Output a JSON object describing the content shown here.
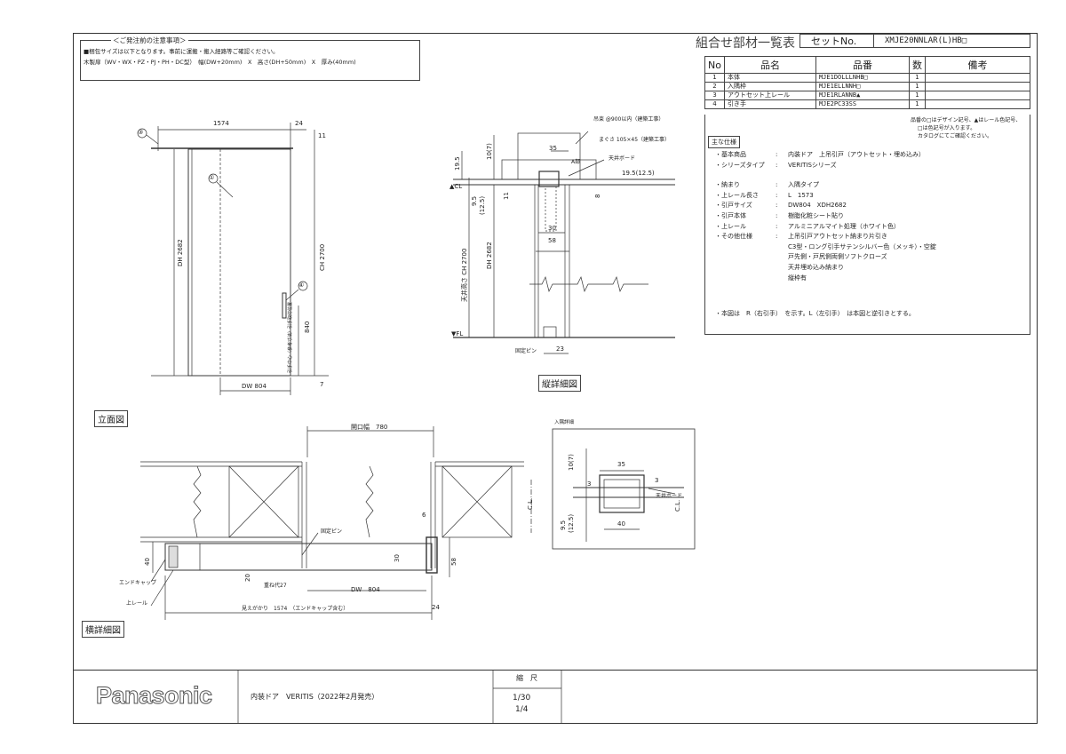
{
  "notes": {
    "heading": "＜ご発注前の注意事項＞",
    "line1": "■梱包サイズは以下となります。事前に運搬・搬入経路等ご確認ください。",
    "line2": "木製扉（WV・WX・PZ・PJ・PH・DC型）　幅(DW+20mm)　X　高さ(DH+50mm)　X　厚み(40mm)"
  },
  "header": {
    "title": "組合せ部材一覧表",
    "set_label": "セットNo.",
    "set_no": "XMJE20NNLAR(L)HB□"
  },
  "parts_table": {
    "headers": [
      "No",
      "品名",
      "品番",
      "数",
      "備考"
    ],
    "rows": [
      {
        "no": "1",
        "name": "本体",
        "code": "MJE1DOLLLNHB□",
        "qty": "1",
        "note": ""
      },
      {
        "no": "2",
        "name": "入隅枠",
        "code": "MJE1ELLNNH□",
        "qty": "1",
        "note": ""
      },
      {
        "no": "3",
        "name": "アウトセット上レール",
        "code": "MJE1RLANNB▲",
        "qty": "1",
        "note": ""
      },
      {
        "no": "4",
        "name": "引き手",
        "code": "MJE2PC33SS",
        "qty": "1",
        "note": ""
      }
    ],
    "remark1": "品番の□はデザイン記号、▲はレール色記号、",
    "remark2": "□は色記号が入ります。",
    "remark3": "カタログにてご確認ください。"
  },
  "specs": {
    "heading": "主な仕様",
    "items": [
      {
        "k": "・基本商品",
        "v": "内装ドア　上吊引戸（アウトセット・埋め込み）"
      },
      {
        "k": "・シリーズタイプ",
        "v": "VERITISシリーズ"
      },
      {
        "k": "・納まり",
        "v": "入隅タイプ"
      },
      {
        "k": "・上レール長さ",
        "v": "L　1573"
      },
      {
        "k": "・引戸サイズ",
        "v": "DW804　XDH2682"
      },
      {
        "k": "・引戸本体",
        "v": "樹脂化粧シート貼り"
      },
      {
        "k": "・上レール",
        "v": "アルミニアルマイト処理（ホワイト色）"
      },
      {
        "k": "・その他仕様",
        "v": "上吊引戸アウトセット納まり片引き"
      }
    ],
    "extra": [
      "C3型・ロング引手サテンシルバー色（メッキ）・空錠",
      "戸先側・戸尻側両側ソフトクローズ",
      "天井埋め込み納まり",
      "縦枠有"
    ],
    "footnote": "・本図は　R（右引手）　を示す。L（左引手）　は本図と逆引きとする。"
  },
  "elevation": {
    "label": "立面図",
    "dim_rail": "1574",
    "dim_24": "24",
    "dim_11": "11",
    "dim_dh": "DH 2682",
    "dim_ch": "CH 2700",
    "dim_dw": "DW 804",
    "dim_7": "7",
    "dim_840": "840",
    "handle_note": "引手中心（参考寸法）引手取付位置",
    "callout1": "①",
    "callout3": "③",
    "callout4": "④"
  },
  "vertical_section": {
    "label": "縦詳細図",
    "note_hanger": "吊束 @900以内（建築工事）",
    "note_bar": "まぐさ 105×45（建築工事）",
    "note_board": "天井ボード",
    "note_a": "A部",
    "dim_35": "35",
    "dim_19_5": "19.5",
    "dim_10_7": "10(7)",
    "dim_19_5b": "19.5(12.5)",
    "dim_9_5": "9.5",
    "dim_12_5": "(12.5)",
    "dim_11": "11",
    "dim_8": "8",
    "dim_30": "30",
    "dim_58": "58",
    "dim_ch": "天井高さ CH 2700",
    "dim_dh": "DH 2682",
    "cl": "▲CL",
    "fl": "▼FL",
    "dim_23": "23",
    "pin": "固定ピン"
  },
  "detail": {
    "label": "入隅詳細",
    "dim_35": "35",
    "dim_3a": "3",
    "dim_3b": "3",
    "dim_10_7": "10(7)",
    "dim_9_5": "9.5",
    "dim_12_5": "(12.5)",
    "dim_40": "40",
    "board": "天井ボード",
    "cl": "C.L."
  },
  "horizontal_section": {
    "label": "横詳細図",
    "opening": "開口幅　780",
    "pin": "固定ピン",
    "endcap": "エンドキャップ",
    "rail": "上レール",
    "dim_40": "40",
    "dim_20": "20",
    "dim_27": "重ね代27",
    "dim_dw": "DW　804",
    "dim_30": "30",
    "dim_58": "58",
    "dim_6": "6",
    "dim_1574": "見えがかり　1574　（エンドキャップ含む）",
    "dim_24": "24",
    "cl": "C.L."
  },
  "footer": {
    "brand": "Panasonic",
    "product": "内装ドア　VERITIS（2022年2月発売）",
    "scale_label": "縮　尺",
    "scale1": "1/30",
    "scale2": "1/4"
  }
}
